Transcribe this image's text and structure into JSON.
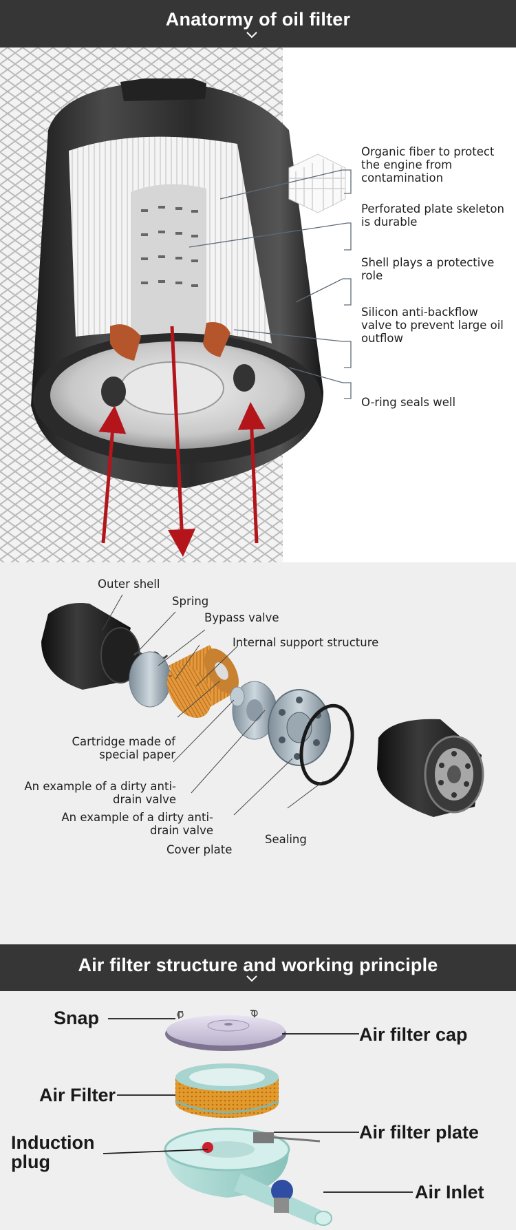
{
  "header_oil": "Anatormy of oil filter",
  "oil_callouts": [
    "Organic fiber to protect the engine from contamination",
    "Perforated plate skeleton is durable",
    "Shell plays a protective role",
    "Silicon anti-backflow valve to prevent large oil outflow",
    "O-ring seals well"
  ],
  "exploded_labels": {
    "outer_shell": "Outer shell",
    "spring": "Spring",
    "bypass_valve": "Bypass valve",
    "internal_support": "Internal support structure",
    "cartridge": "Cartridge made of special paper",
    "dirty_valve_1": "An example of a dirty anti-drain valve",
    "dirty_valve_2": "An example of a dirty anti-drain valve",
    "cover_plate": "Cover plate",
    "sealing": "Sealing"
  },
  "header_air": "Air filter structure and working principle",
  "air_labels": {
    "snap": "Snap",
    "air_filter_cap": "Air filter cap",
    "air_filter": "Air Filter",
    "air_filter_plate": "Air filter plate",
    "induction_plug": "Induction plug",
    "air_inlet": "Air Inlet"
  },
  "colors": {
    "header_bg": "#363636",
    "arrow_red": "#b3151b",
    "filter_orange": "#e3973a",
    "panel_bg": "#efefef"
  }
}
